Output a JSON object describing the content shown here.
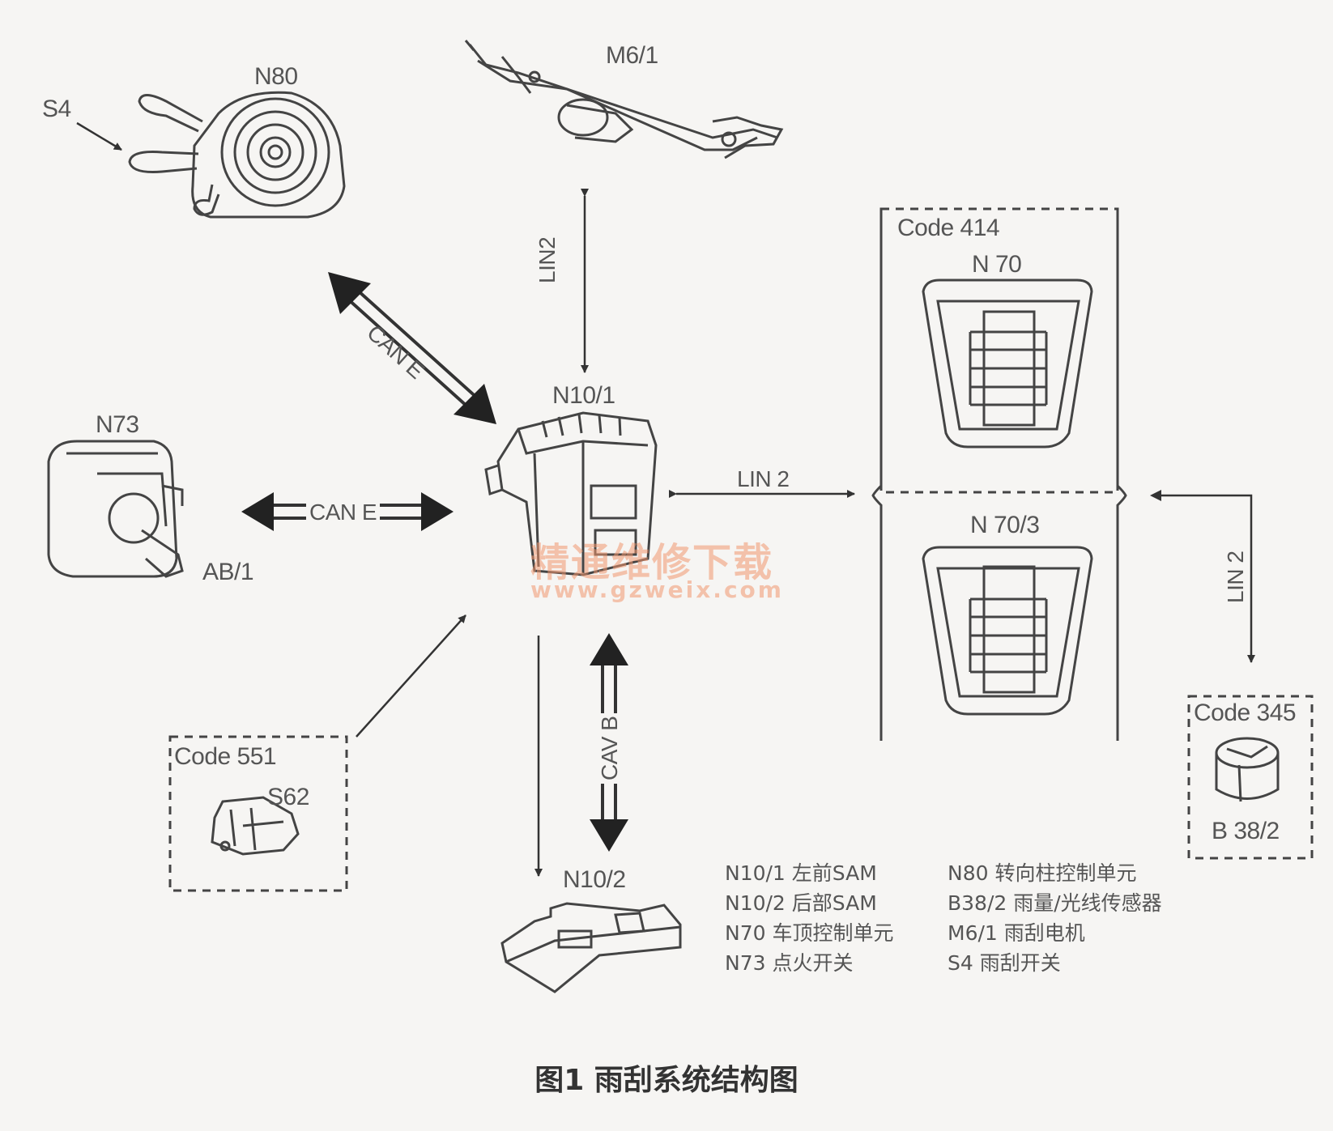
{
  "components": {
    "n80": "N80",
    "s4": "S4",
    "m6_1": "M6/1",
    "n10_1": "N10/1",
    "n73": "N73",
    "ab_1": "AB/1",
    "code414": "Code 414",
    "n70": "N 70",
    "n70_3": "N 70/3",
    "code551": "Code 551",
    "s62": "S62",
    "code345": "Code 345",
    "b38_2": "B 38/2",
    "n10_2": "N10/2"
  },
  "links": {
    "lin2_top": "LIN2",
    "can_e_diag": "CAN E",
    "can_e_left": "CAN E",
    "lin2_right": "LIN 2",
    "lin2_far_right": "LIN 2",
    "cav_b": "CAV B"
  },
  "legend": {
    "left": [
      "N10/1 左前SAM",
      "N10/2 后部SAM",
      "N70 车顶控制单元",
      "N73 点火开关"
    ],
    "right": [
      "N80 转向柱控制单元",
      "B38/2 雨量/光线传感器",
      "M6/1 雨刮电机",
      "S4 雨刮开关"
    ]
  },
  "watermark": {
    "cn": "精通维修下载",
    "url": "www.gzweix.com"
  },
  "caption": "图1 雨刮系统结构图"
}
